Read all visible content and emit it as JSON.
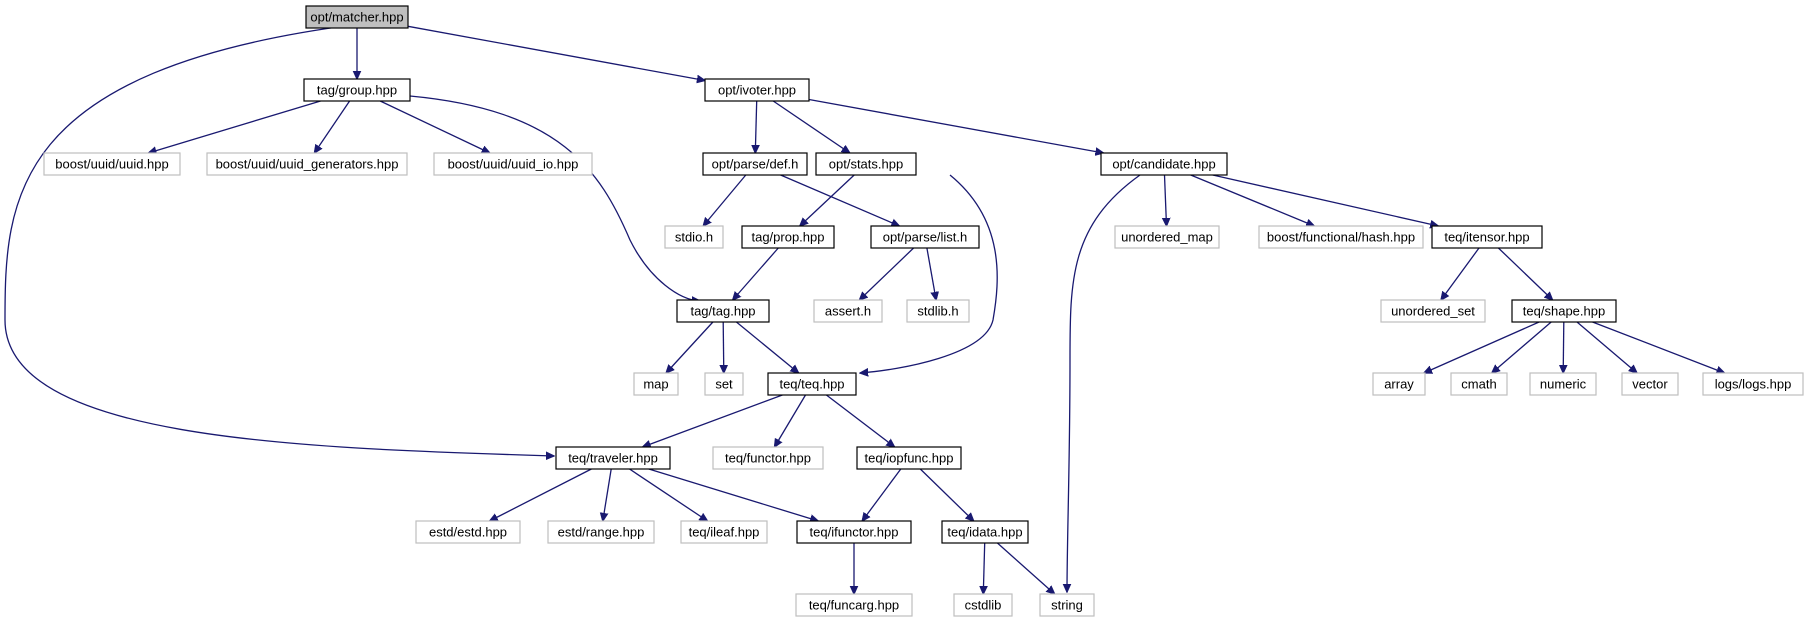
{
  "diagram": {
    "nodes": [
      {
        "id": "matcher",
        "label": "opt/matcher.hpp",
        "kind": "root"
      },
      {
        "id": "group",
        "label": "tag/group.hpp",
        "kind": "internal"
      },
      {
        "id": "ivoter",
        "label": "opt/ivoter.hpp",
        "kind": "internal"
      },
      {
        "id": "uuid",
        "label": "boost/uuid/uuid.hpp",
        "kind": "external"
      },
      {
        "id": "uuid_gen",
        "label": "boost/uuid/uuid_generators.hpp",
        "kind": "external"
      },
      {
        "id": "uuid_io",
        "label": "boost/uuid/uuid_io.hpp",
        "kind": "external"
      },
      {
        "id": "parse_def",
        "label": "opt/parse/def.h",
        "kind": "internal"
      },
      {
        "id": "stats",
        "label": "opt/stats.hpp",
        "kind": "internal"
      },
      {
        "id": "candidate",
        "label": "opt/candidate.hpp",
        "kind": "internal"
      },
      {
        "id": "stdio",
        "label": "stdio.h",
        "kind": "external"
      },
      {
        "id": "prop",
        "label": "tag/prop.hpp",
        "kind": "internal"
      },
      {
        "id": "parse_list",
        "label": "opt/parse/list.h",
        "kind": "internal"
      },
      {
        "id": "unordered_map",
        "label": "unordered_map",
        "kind": "external"
      },
      {
        "id": "hash",
        "label": "boost/functional/hash.hpp",
        "kind": "external"
      },
      {
        "id": "itensor",
        "label": "teq/itensor.hpp",
        "kind": "internal"
      },
      {
        "id": "tag",
        "label": "tag/tag.hpp",
        "kind": "internal"
      },
      {
        "id": "assert",
        "label": "assert.h",
        "kind": "external"
      },
      {
        "id": "stdlib",
        "label": "stdlib.h",
        "kind": "external"
      },
      {
        "id": "unordered_set",
        "label": "unordered_set",
        "kind": "external"
      },
      {
        "id": "shape",
        "label": "teq/shape.hpp",
        "kind": "internal"
      },
      {
        "id": "map",
        "label": "map",
        "kind": "external"
      },
      {
        "id": "set",
        "label": "set",
        "kind": "external"
      },
      {
        "id": "teq",
        "label": "teq/teq.hpp",
        "kind": "internal"
      },
      {
        "id": "array",
        "label": "array",
        "kind": "external"
      },
      {
        "id": "cmath",
        "label": "cmath",
        "kind": "external"
      },
      {
        "id": "numeric",
        "label": "numeric",
        "kind": "external"
      },
      {
        "id": "vector",
        "label": "vector",
        "kind": "external"
      },
      {
        "id": "logs",
        "label": "logs/logs.hpp",
        "kind": "external"
      },
      {
        "id": "traveler",
        "label": "teq/traveler.hpp",
        "kind": "internal"
      },
      {
        "id": "functor",
        "label": "teq/functor.hpp",
        "kind": "external"
      },
      {
        "id": "iopfunc",
        "label": "teq/iopfunc.hpp",
        "kind": "internal"
      },
      {
        "id": "estd",
        "label": "estd/estd.hpp",
        "kind": "external"
      },
      {
        "id": "range",
        "label": "estd/range.hpp",
        "kind": "external"
      },
      {
        "id": "ileaf",
        "label": "teq/ileaf.hpp",
        "kind": "external"
      },
      {
        "id": "ifunctor",
        "label": "teq/ifunctor.hpp",
        "kind": "internal"
      },
      {
        "id": "idata",
        "label": "teq/idata.hpp",
        "kind": "internal"
      },
      {
        "id": "funcarg",
        "label": "teq/funcarg.hpp",
        "kind": "external"
      },
      {
        "id": "cstdlib",
        "label": "cstdlib",
        "kind": "external"
      },
      {
        "id": "string",
        "label": "string",
        "kind": "external"
      }
    ],
    "edges": [
      {
        "from": "matcher",
        "to": "group"
      },
      {
        "from": "matcher",
        "to": "ivoter"
      },
      {
        "from": "matcher",
        "to": "traveler"
      },
      {
        "from": "group",
        "to": "uuid"
      },
      {
        "from": "group",
        "to": "uuid_gen"
      },
      {
        "from": "group",
        "to": "uuid_io"
      },
      {
        "from": "group",
        "to": "tag"
      },
      {
        "from": "ivoter",
        "to": "parse_def"
      },
      {
        "from": "ivoter",
        "to": "stats"
      },
      {
        "from": "ivoter",
        "to": "candidate"
      },
      {
        "from": "parse_def",
        "to": "stdio"
      },
      {
        "from": "parse_def",
        "to": "parse_list"
      },
      {
        "from": "stats",
        "to": "prop"
      },
      {
        "from": "stats",
        "to": "teq"
      },
      {
        "from": "prop",
        "to": "tag"
      },
      {
        "from": "parse_list",
        "to": "assert"
      },
      {
        "from": "parse_list",
        "to": "stdlib"
      },
      {
        "from": "candidate",
        "to": "unordered_map"
      },
      {
        "from": "candidate",
        "to": "hash"
      },
      {
        "from": "candidate",
        "to": "itensor"
      },
      {
        "from": "candidate",
        "to": "string"
      },
      {
        "from": "itensor",
        "to": "unordered_set"
      },
      {
        "from": "itensor",
        "to": "shape"
      },
      {
        "from": "shape",
        "to": "array"
      },
      {
        "from": "shape",
        "to": "cmath"
      },
      {
        "from": "shape",
        "to": "numeric"
      },
      {
        "from": "shape",
        "to": "vector"
      },
      {
        "from": "shape",
        "to": "logs"
      },
      {
        "from": "tag",
        "to": "map"
      },
      {
        "from": "tag",
        "to": "set"
      },
      {
        "from": "tag",
        "to": "teq"
      },
      {
        "from": "teq",
        "to": "traveler"
      },
      {
        "from": "teq",
        "to": "functor"
      },
      {
        "from": "teq",
        "to": "iopfunc"
      },
      {
        "from": "traveler",
        "to": "estd"
      },
      {
        "from": "traveler",
        "to": "range"
      },
      {
        "from": "traveler",
        "to": "ileaf"
      },
      {
        "from": "traveler",
        "to": "ifunctor"
      },
      {
        "from": "iopfunc",
        "to": "ifunctor"
      },
      {
        "from": "iopfunc",
        "to": "idata"
      },
      {
        "from": "ifunctor",
        "to": "funcarg"
      },
      {
        "from": "idata",
        "to": "cstdlib"
      },
      {
        "from": "idata",
        "to": "string"
      }
    ],
    "colors": {
      "edge": "#191970",
      "root_fill": "#bfbfbf",
      "internal_stroke": "#000000",
      "external_stroke": "#bfbfbf",
      "node_fill": "#ffffff"
    }
  }
}
